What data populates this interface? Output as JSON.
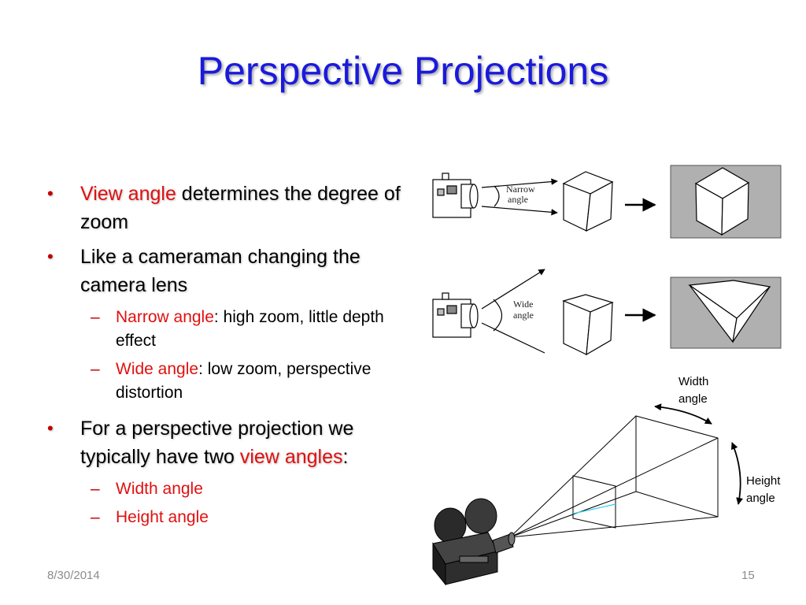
{
  "slide": {
    "title": "Perspective Projections",
    "date": "8/30/2014",
    "page_number": "15"
  },
  "bullets": [
    {
      "red": "View angle",
      "text": " determines the degree of zoom"
    },
    {
      "text": "Like a cameraman changing the camera lens"
    },
    {
      "red": "Narrow angle",
      "text": ": high zoom, little depth effect",
      "level": 2
    },
    {
      "red": "Wide angle",
      "text": ": low zoom, perspective distortion",
      "level": 2
    },
    {
      "text_before": "For a perspective projection we typically have two ",
      "red": "view angles",
      "text_after": ":"
    },
    {
      "red": "Width angle",
      "level": 2
    },
    {
      "red": "Height angle",
      "level": 2
    }
  ],
  "figure": {
    "narrow_label_1": "Narrow",
    "narrow_label_2": "angle",
    "wide_label_1": "Wide",
    "wide_label_2": "angle",
    "width_label_1": "Width",
    "width_label_2": "angle",
    "height_label_1": "Height",
    "height_label_2": "angle"
  },
  "colors": {
    "title": "#1a1adc",
    "accent_red": "#e01010",
    "viewport_gray": "#b0b0b0"
  }
}
